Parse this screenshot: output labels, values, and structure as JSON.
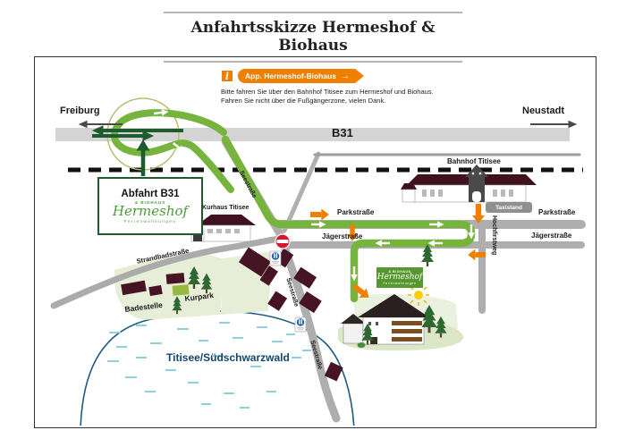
{
  "header": {
    "title": "Anfahrtsskizze Hermeshof & Biohaus"
  },
  "info_box": {
    "icon_glyph": "i",
    "badge_label": "App. Hermeshof-Biohaus",
    "arrow": "→",
    "note_line1": "Bitte fahren Sie über den Bahnhof Titisee zum Hermeshof und Biohaus.",
    "note_line2": "Fahren Sie nicht über die Fußgängerzone, vielen Dank."
  },
  "compass": {
    "west_city": "Freiburg",
    "east_city": "Neustadt"
  },
  "roads": {
    "b31": "B31",
    "seestrasse": "Seestraße",
    "parkstrasse": "Parkstraße",
    "jaegerstrasse": "Jägerstraße",
    "strandbadstrasse": "Strandbadstraße",
    "hochfirstweg": "Hochfirstweg"
  },
  "labels": {
    "exit_title": "Abfahrt B31",
    "bahnhof": "Bahnhof Titisee",
    "kurhaus": "Kurhaus Titisee",
    "taxistand": "Taxistand",
    "badestelle": "Badestelle",
    "kurpark": "Kurpark",
    "lake": "Titisee/Südschwarzwald"
  },
  "brand": {
    "pre": "& BIOHAUS",
    "name": "Hermeshof",
    "sub": "Ferienwohnungen"
  },
  "colors": {
    "route_green": "#76b43e",
    "dark_green": "#1e5b2f",
    "accent_orange": "#ee7f00",
    "building_maroon": "#471425",
    "road_gray": "#aeaeae",
    "b31_gray": "#d4d4d4",
    "lake_outline": "#1e5a7e",
    "water_dash": "#8fd0e0",
    "park_green": "#e7eed7",
    "no_entry_red": "#d7182a",
    "sign_blue": "#1563ac"
  }
}
